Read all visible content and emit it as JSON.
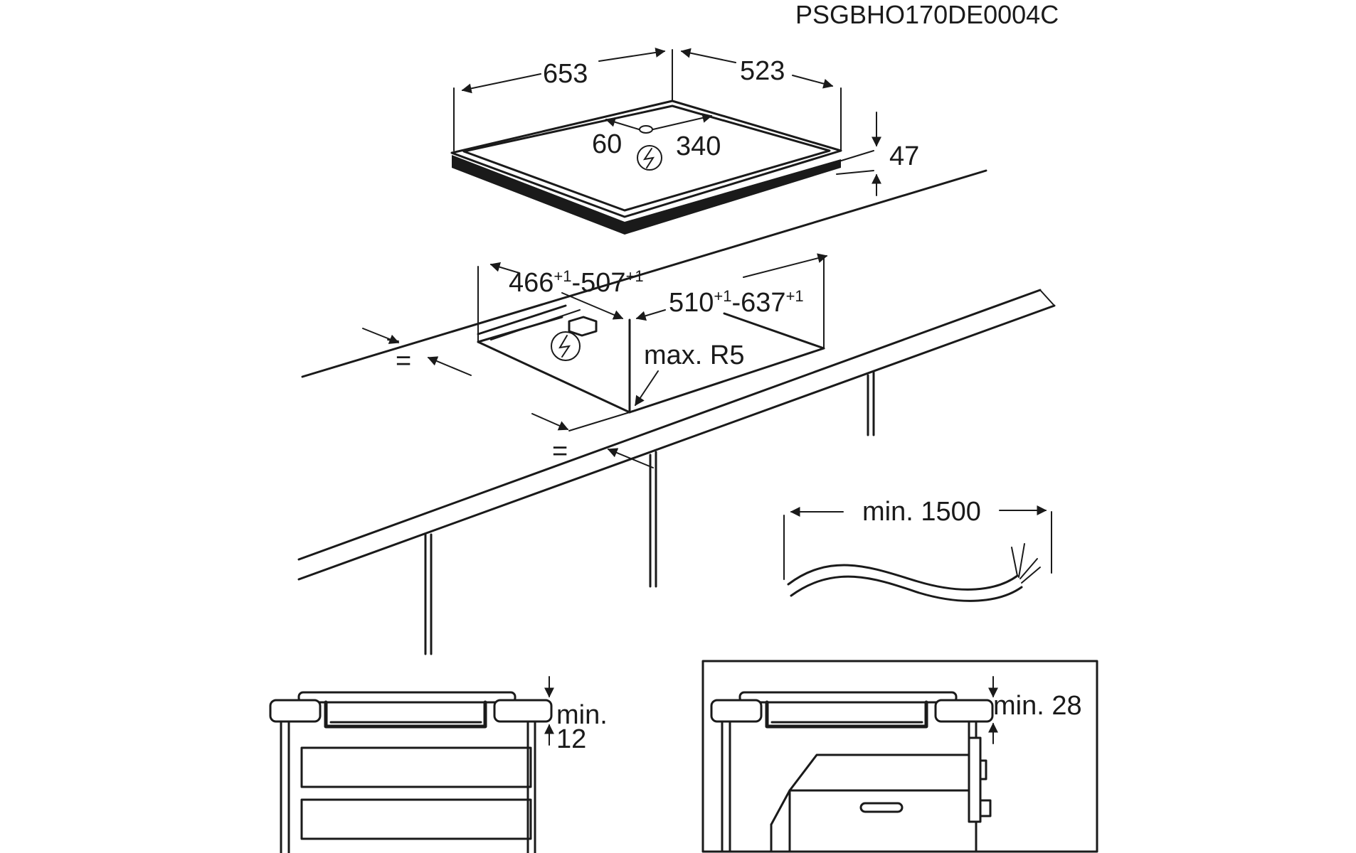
{
  "document_code": "PSGBHO170DE0004C",
  "hob": {
    "width": "653",
    "depth": "523",
    "height": "47",
    "cable_offset_side": "60",
    "cable_offset_front": "340"
  },
  "cutout": {
    "depth_min": "466",
    "depth_max": "-507",
    "width_min": "510",
    "width_max": "-637",
    "tolerance": "+1",
    "radius": "max. R5",
    "equal_mark": "="
  },
  "cable": {
    "length": "min. 1500"
  },
  "installation_left": {
    "clearance_label": "min.",
    "clearance_value": "12"
  },
  "installation_right": {
    "clearance": "min. 28"
  },
  "icons": {
    "electric": "electric-connection-icon"
  }
}
